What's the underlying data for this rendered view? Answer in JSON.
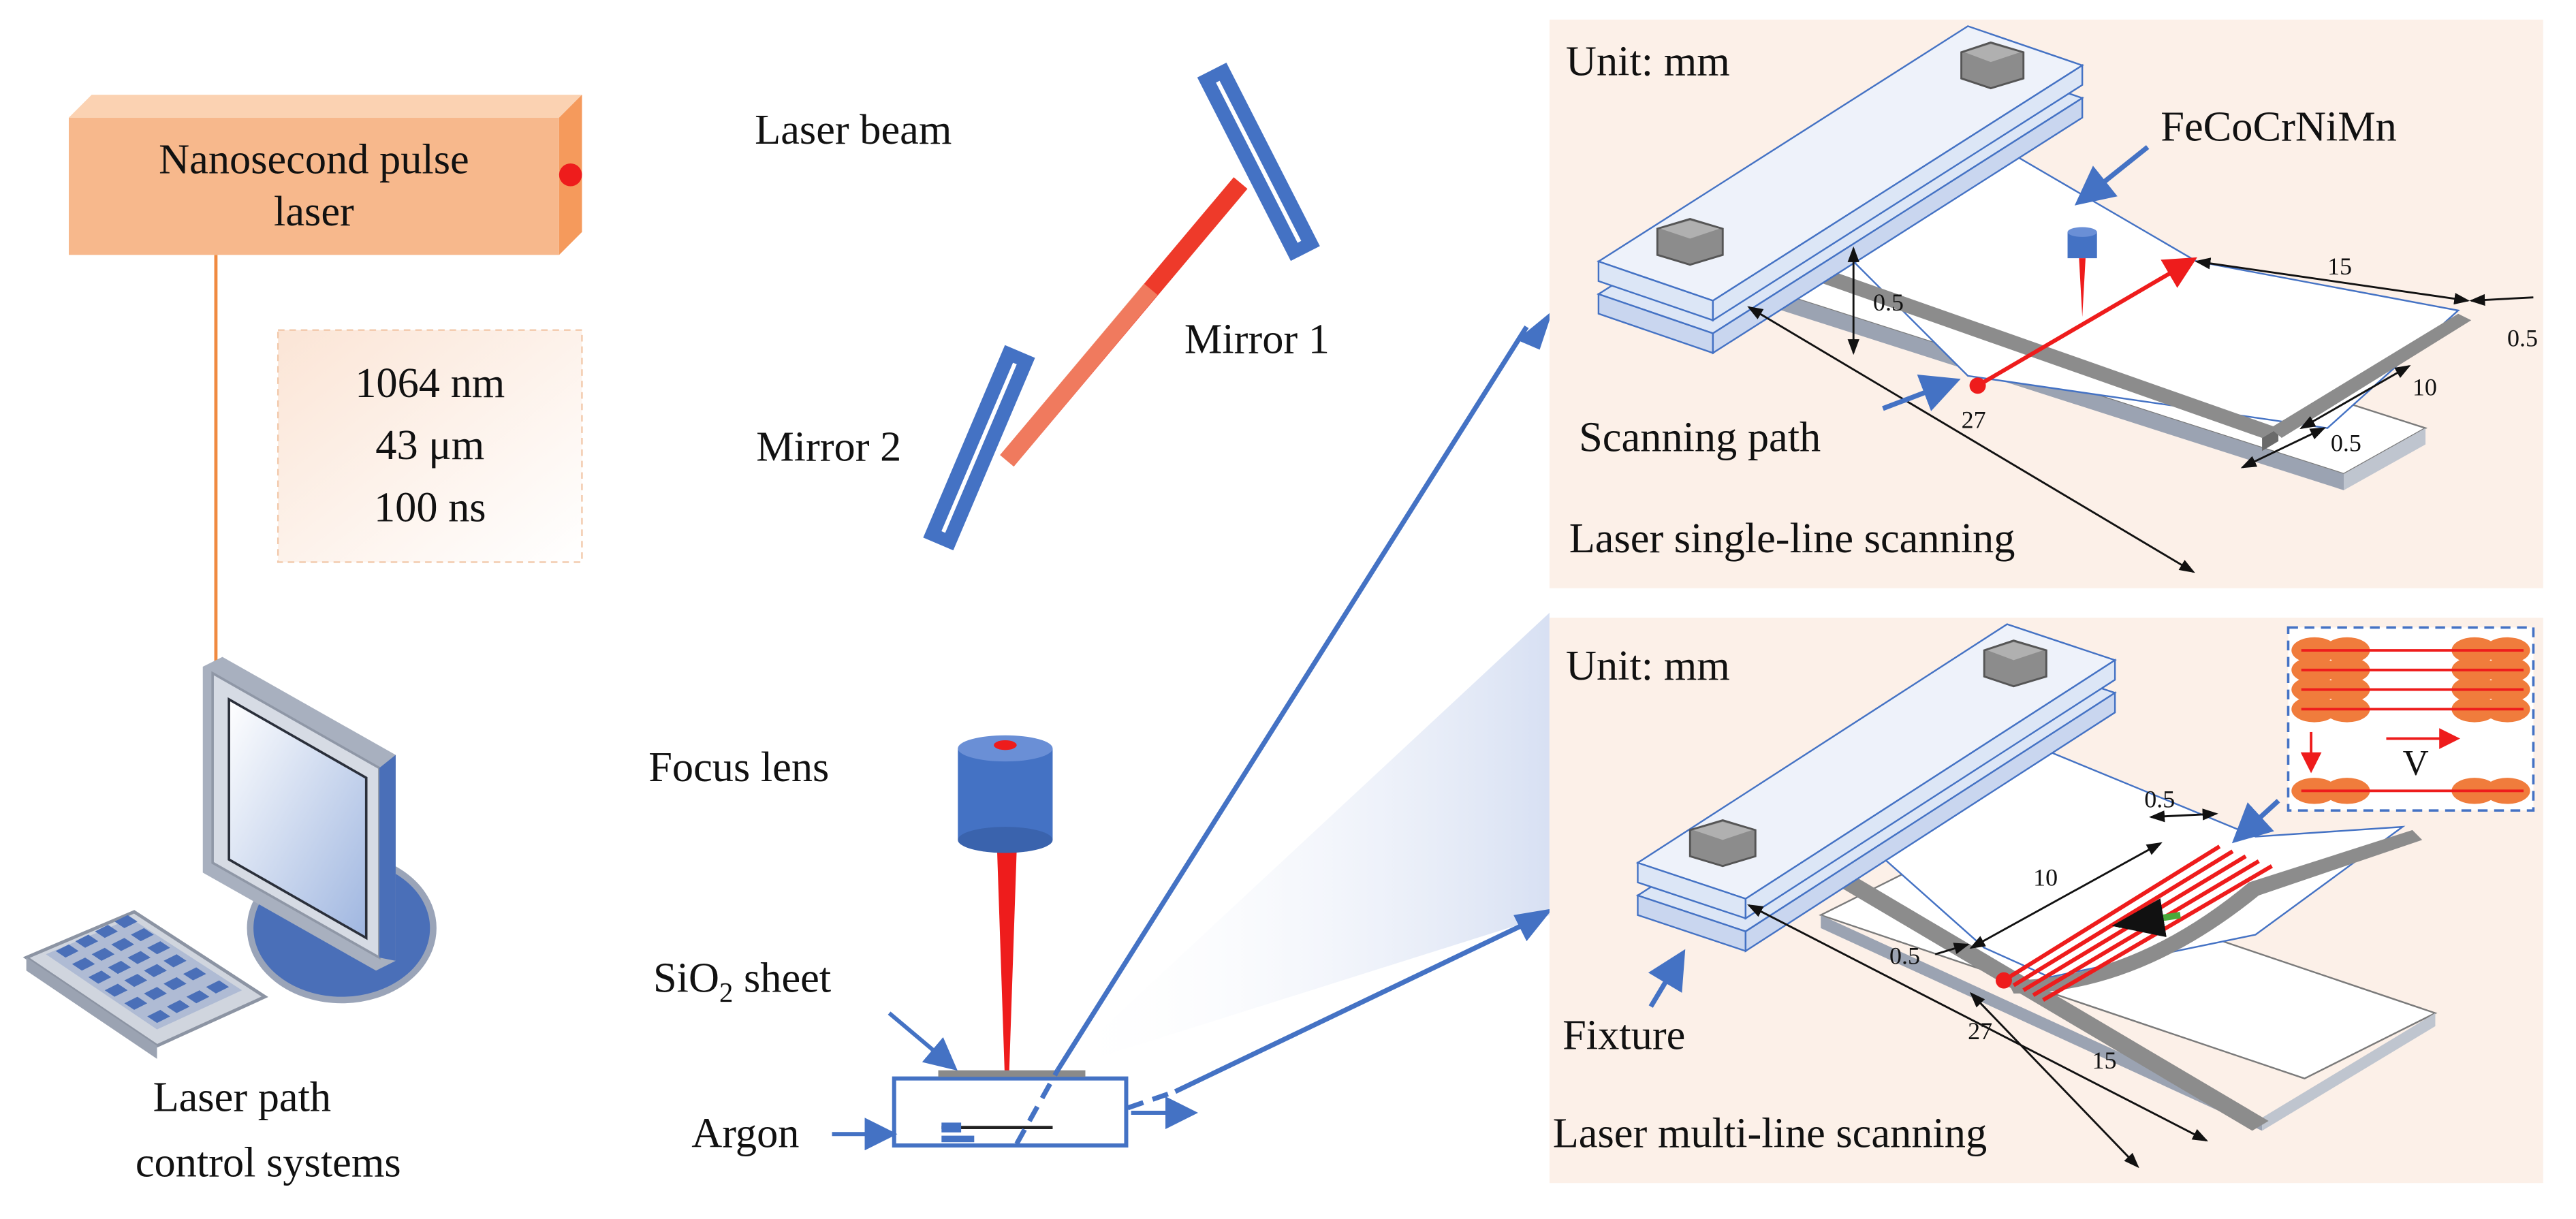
{
  "laser": {
    "line1": "Nanosecond pulse",
    "line2": "laser"
  },
  "beam_label": "Laser beam",
  "params": [
    "1064 nm",
    "43 μm",
    "100 ns"
  ],
  "mirror1": "Mirror 1",
  "mirror2": "Mirror 2",
  "focus_lens": "Focus lens",
  "sheet": {
    "prefix": "SiO",
    "sub": "2",
    "suffix": " sheet"
  },
  "argon": "Argon",
  "control": {
    "line1": "Laser path",
    "line2": "control systems"
  },
  "top_panel": {
    "unit": "Unit: mm",
    "material": "FeCoCrNiMn",
    "scan_path": "Scanning path",
    "caption": "Laser single-line scanning",
    "dims": {
      "d1": "0.5",
      "d2": "27",
      "d3": "15",
      "d4": "0.5",
      "d5": "10",
      "d6": "0.5"
    }
  },
  "bottom_panel": {
    "unit": "Unit: mm",
    "fixture": "Fixture",
    "caption": "Laser multi-line scanning",
    "dims": {
      "d1": "0.5",
      "d2": "10",
      "d3": "0.5",
      "d4": "27",
      "d5": "15"
    },
    "velocity": "V"
  },
  "colors": {
    "laser_orange": "#f7b88c",
    "beam_red": "#ee1c1c",
    "optic_blue": "#4472c4",
    "panel_bg": "#fcf0e8",
    "scan_orange": "#f07c3c"
  }
}
